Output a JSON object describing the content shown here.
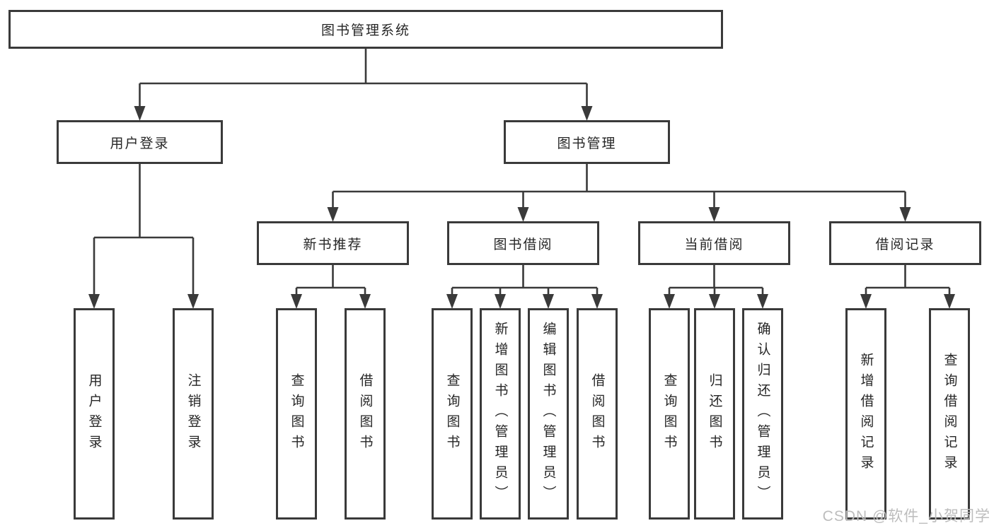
{
  "colors": {
    "background": "#ffffff",
    "line": "#3a3a3a",
    "box_border": "#3a3a3a",
    "text": "#262626",
    "watermark": "#bdbdbd"
  },
  "tree": {
    "root": {
      "label": "图书管理系统"
    },
    "branches": [
      {
        "label": "用户登录",
        "children": [
          {
            "label": "用户登录"
          },
          {
            "label": "注销登录"
          }
        ]
      },
      {
        "label": "图书管理",
        "sections": [
          {
            "label": "新书推荐",
            "children": [
              {
                "label": "查询图书"
              },
              {
                "label": "借阅图书"
              }
            ]
          },
          {
            "label": "图书借阅",
            "children": [
              {
                "label": "查询图书"
              },
              {
                "label": "新增图书（管理员）"
              },
              {
                "label": "编辑图书（管理员）"
              },
              {
                "label": "借阅图书"
              }
            ]
          },
          {
            "label": "当前借阅",
            "children": [
              {
                "label": "查询图书"
              },
              {
                "label": "归还图书"
              },
              {
                "label": "确认归还（管理员）"
              }
            ]
          },
          {
            "label": "借阅记录",
            "children": [
              {
                "label": "新增借阅记录"
              },
              {
                "label": "查询借阅记录"
              }
            ]
          }
        ]
      }
    ]
  },
  "watermark": {
    "text": "CSDN @软件_小贺同学"
  }
}
